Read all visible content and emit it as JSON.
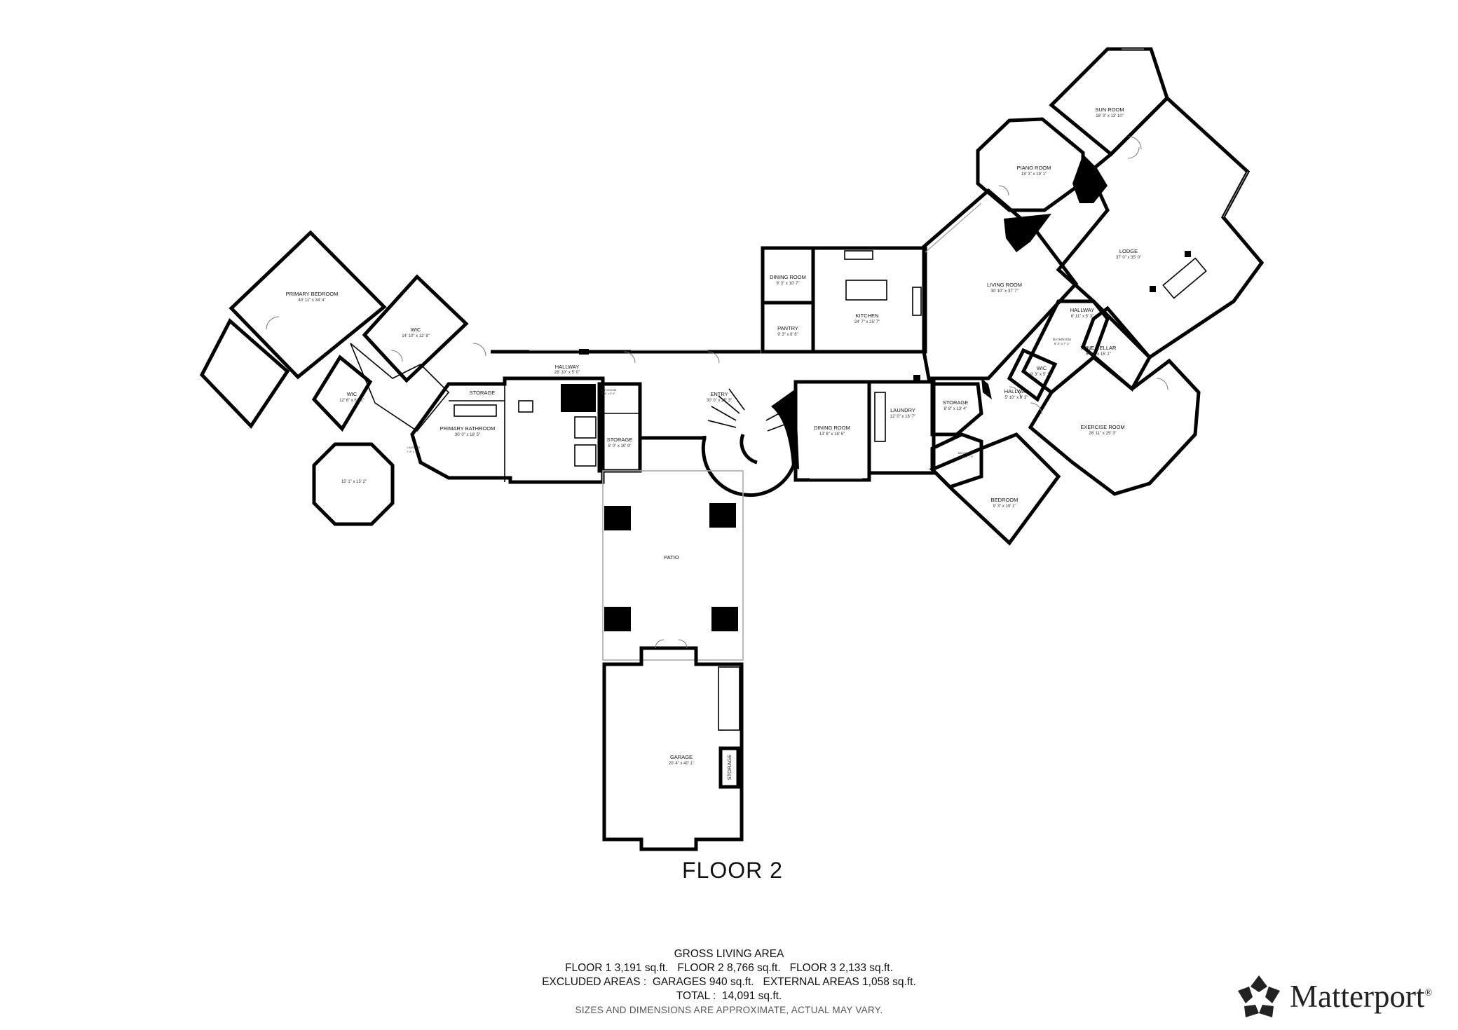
{
  "floor_title": "FLOOR 2",
  "rooms": {
    "primary_bedroom": {
      "name": "PRIMARY BEDROOM",
      "dims": "40' 11\" x 34' 4\""
    },
    "wic_1": {
      "name": "WIC",
      "dims": "14' 10\" x 12' 8\""
    },
    "wic_2": {
      "name": "WIC",
      "dims": "12' 6\" x 6' 11\""
    },
    "octagon": {
      "name": "",
      "dims": "15' 1\" x 15' 2\""
    },
    "laundry_small": {
      "name": "LAUNDRY",
      "dims": "7' 8\" x 5' 4\""
    },
    "storage_1": {
      "name": "STORAGE",
      "dims": ""
    },
    "primary_bathroom": {
      "name": "PRIMARY BATHROOM",
      "dims": "30' 0\" x 18' 5\""
    },
    "hallway_1": {
      "name": "HALLWAY",
      "dims": "28' 10\" x 5' 0\""
    },
    "bathroom_small": {
      "name": "BATHROOM",
      "dims": "8' 4\" x 5' 6\""
    },
    "storage_2": {
      "name": "STORAGE",
      "dims": "8' 0\" x 10' 9\""
    },
    "entry": {
      "name": "ENTRY",
      "dims": "30' 0\" x 25' 3\""
    },
    "dining_room_1": {
      "name": "DINING ROOM",
      "dims": "9' 3\" x 10' 7\""
    },
    "pantry": {
      "name": "PANTRY",
      "dims": "9' 3\" x 8' 6\""
    },
    "kitchen": {
      "name": "KITCHEN",
      "dims": "24' 7\" x 25' 7\""
    },
    "dining_room_2": {
      "name": "DINING ROOM",
      "dims": "13' 8\" x 18' 5\""
    },
    "laundry": {
      "name": "LAUNDRY",
      "dims": "12' 0\" x 16' 7\""
    },
    "living_room": {
      "name": "LIVING ROOM",
      "dims": "30' 10\" x 37' 7\""
    },
    "piano_room": {
      "name": "PIANO ROOM",
      "dims": "18' 3\" x 19' 1\""
    },
    "sun_room": {
      "name": "SUN ROOM",
      "dims": "18' 3\" x 13' 10\""
    },
    "lodge": {
      "name": "LODGE",
      "dims": "37' 0\" x 35' 0\""
    },
    "hallway_2": {
      "name": "HALLWAY",
      "dims": "6' 11\" x 5' 3\""
    },
    "bathroom_2": {
      "name": "BATHROOM",
      "dims": "9' 3\" x 7' 1\""
    },
    "wine_cellar": {
      "name": "WINE CELLAR",
      "dims": "6' 11\" x 15' 1\""
    },
    "wic_3": {
      "name": "WIC",
      "dims": "9' 3\" x 5' 11\""
    },
    "hallway_3": {
      "name": "HALLWAY",
      "dims": "5' 10\" x 9' 3\""
    },
    "storage_3": {
      "name": "STORAGE",
      "dims": "8' 8\" x 13' 4\""
    },
    "bathroom_3": {
      "name": "BATHROOM",
      "dims": "10' 8\" x 7' 6\""
    },
    "exercise_room": {
      "name": "EXERCISE ROOM",
      "dims": "26' 11\" x 25' 3\""
    },
    "bedroom": {
      "name": "BEDROOM",
      "dims": "9' 3\" x 19' 1\""
    },
    "patio": {
      "name": "PATIO",
      "dims": ""
    },
    "garage": {
      "name": "GARAGE",
      "dims": "20' 4\" x 40' 1\""
    },
    "storage_garage": {
      "name": "STORAGE",
      "dims": ""
    }
  },
  "area_summary": {
    "heading": "GROSS LIVING AREA",
    "line1": "FLOOR 1 3,191 sq.ft.   FLOOR 2 8,766 sq.ft.   FLOOR 3 2,133 sq.ft.",
    "line2": "EXCLUDED AREAS :  GARAGES 940 sq.ft.   EXTERNAL AREAS 1,058 sq.ft.",
    "line3": "TOTAL :  14,091 sq.ft.",
    "disclaimer": "SIZES AND DIMENSIONS ARE APPROXIMATE, ACTUAL MAY VARY."
  },
  "brand": {
    "name": "Matterport",
    "mark": "®",
    "logo_icon": "matterport-star-icon"
  }
}
